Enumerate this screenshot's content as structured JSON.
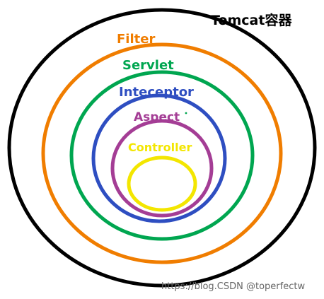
{
  "diagram": {
    "title": "Tomcat容器",
    "layers": [
      {
        "label": "Filter",
        "color": "#F07D00"
      },
      {
        "label": "Servlet",
        "color": "#00A650"
      },
      {
        "label": "Inteceptor",
        "color": "#2E4EC1"
      },
      {
        "label": "Aspect",
        "color": "#A43D95"
      },
      {
        "label": "Controller",
        "color": "#F3E600"
      }
    ],
    "outer_color": "#000000",
    "watermark": "https://blog.CSDN @toperfectw"
  }
}
